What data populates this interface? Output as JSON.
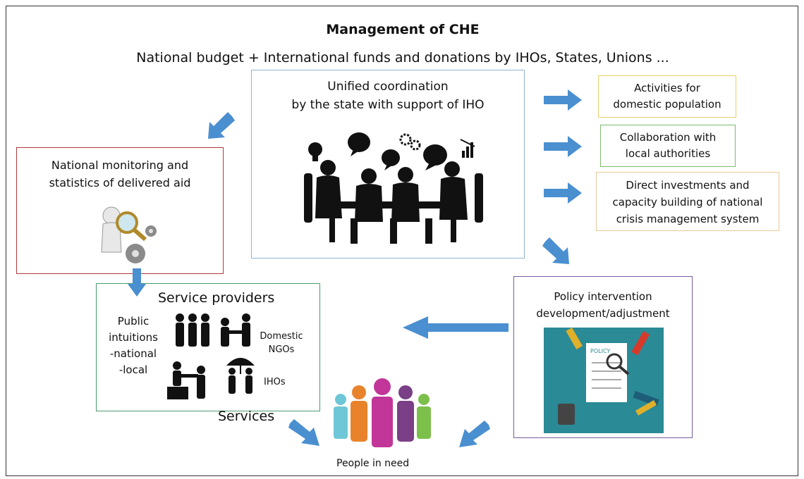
{
  "title": "Management of CHE",
  "subtitle": "National budget + International funds and donations by IHOs, States, Unions ...",
  "center": {
    "line1": "Unified coordination",
    "line2": "by the state with support of IHO"
  },
  "monitoring": {
    "line1": "National monitoring and",
    "line2": "statistics of delivered aid"
  },
  "activities": {
    "line1": "Activities for",
    "line2": "domestic population"
  },
  "collaboration": {
    "line1": "Collaboration with",
    "line2": "local authorities"
  },
  "investments": {
    "line1": "Direct investments and",
    "line2": "capacity building of national",
    "line3": "crisis management system"
  },
  "policy": {
    "line1": "Policy intervention",
    "line2": "development/adjustment",
    "doc_label": "POLICY"
  },
  "service_providers": {
    "title": "Service providers",
    "public_1": "Public",
    "public_2": "intuitions",
    "public_3": "-national",
    "public_4": "-local",
    "ngo_1": "Domestic",
    "ngo_2": "NGOs",
    "iho": "IHOs"
  },
  "services": "Services",
  "people_in_need": "People in need",
  "colors": {
    "arrow": "#4a8fd0",
    "people": [
      "#6ec7d6",
      "#e9832b",
      "#c2369a",
      "#7a3f86",
      "#7cbf4a"
    ]
  }
}
